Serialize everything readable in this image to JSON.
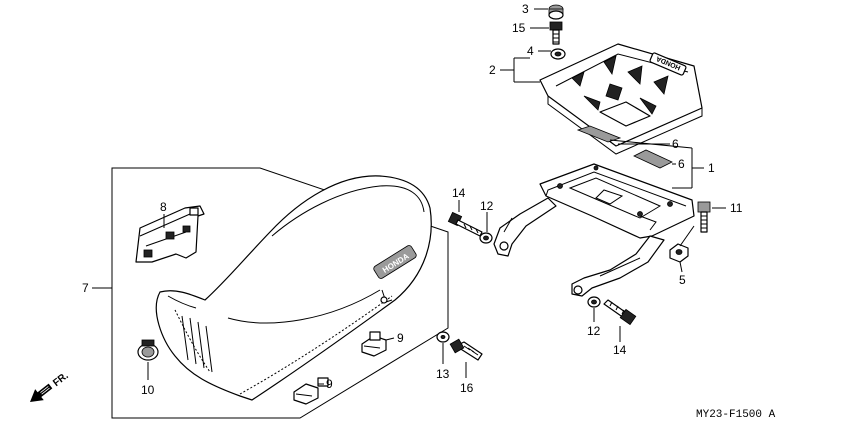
{
  "diagram_code": "MY23-F1500 A",
  "direction_label": "FR.",
  "callouts": {
    "c1": "1",
    "c2": "2",
    "c3": "3",
    "c4": "4",
    "c5": "5",
    "c6a": "6",
    "c6b": "6",
    "c7": "7",
    "c8": "8",
    "c9a": "9",
    "c9b": "9",
    "c10": "10",
    "c11": "11",
    "c12a": "12",
    "c12b": "12",
    "c13": "13",
    "c14a": "14",
    "c14b": "14",
    "c15": "15",
    "c16": "16"
  },
  "rack_logo": "HONDA",
  "seat_logo": "HONDA"
}
